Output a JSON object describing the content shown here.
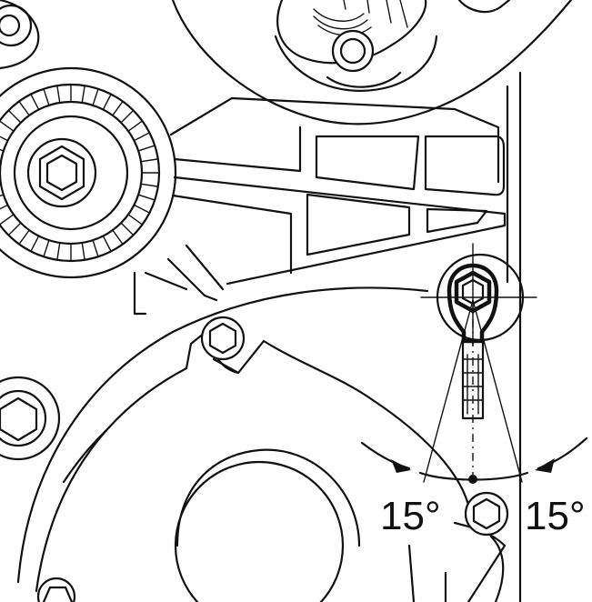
{
  "diagram": {
    "labels": {
      "angle_left": "15°",
      "angle_right": "15°"
    },
    "parts": [
      "belt-tensioner-pulley",
      "crank-pulley",
      "mounting-bracket",
      "timing-cover",
      "tensioner-bolt",
      "angle-wrench"
    ],
    "angle_degrees": [
      15,
      15
    ],
    "line_color": "#111111",
    "background": "#ffffff"
  }
}
